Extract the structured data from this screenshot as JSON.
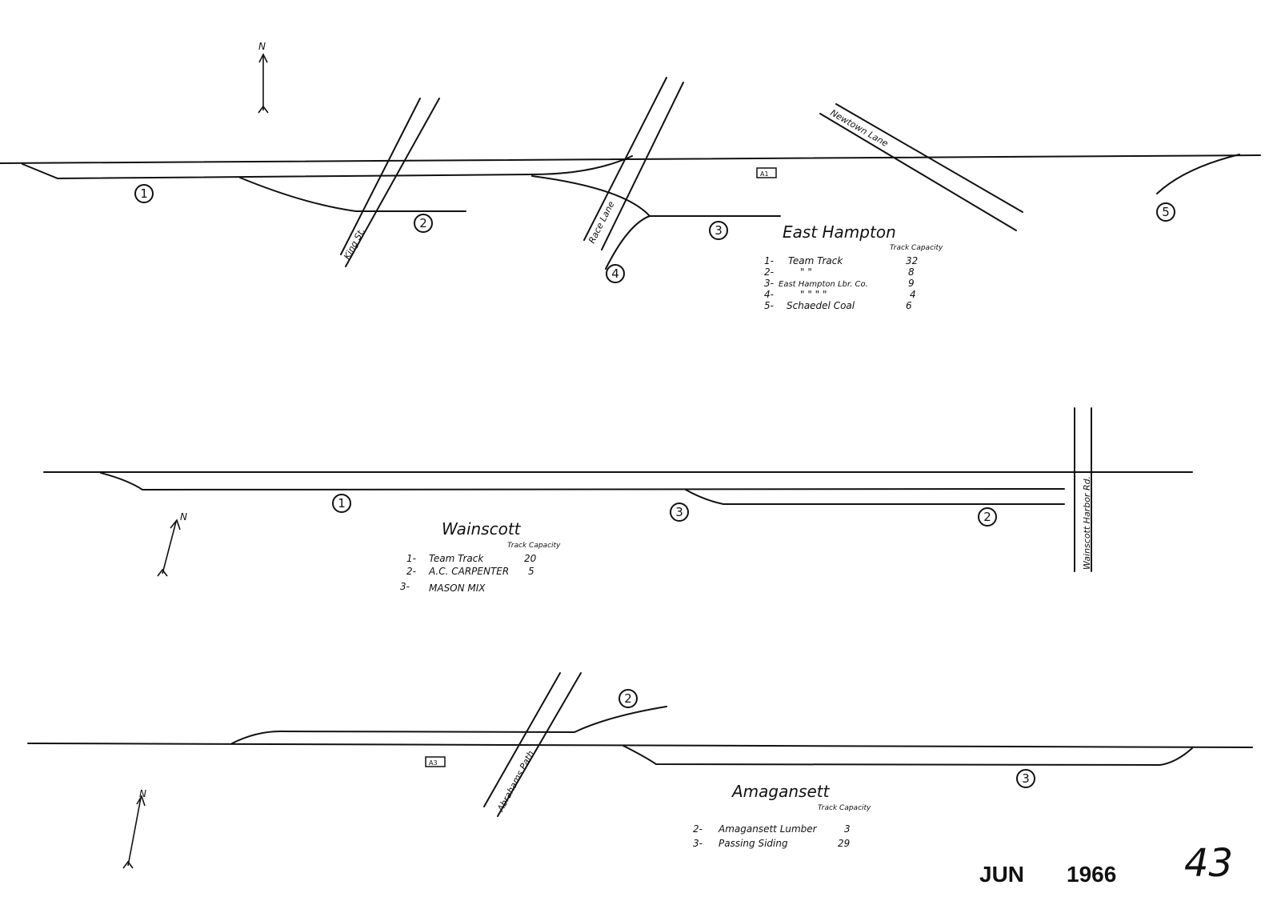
{
  "north_label": "N",
  "east_hampton": {
    "title": "East Hampton",
    "capacity_header": "Track Capacity",
    "roads": [
      "King St.",
      "Race Lane",
      "Newtown Lane"
    ],
    "box_label": "A1",
    "track_numbers": [
      "1",
      "2",
      "3",
      "4",
      "5"
    ],
    "legend": [
      {
        "num": "1-",
        "name": "Team Track",
        "cap": "32"
      },
      {
        "num": "2-",
        "name": "\"   \"",
        "cap": "8"
      },
      {
        "num": "3-",
        "name": "East Hampton Lbr. Co.",
        "cap": "9"
      },
      {
        "num": "4-",
        "name": "\"   \"   \"   \"",
        "cap": "4"
      },
      {
        "num": "5-",
        "name": "Schaedel Coal",
        "cap": "6"
      }
    ]
  },
  "wainscott": {
    "title": "Wainscott",
    "capacity_header": "Track Capacity",
    "road": "Wainscott Harbor Rd.",
    "track_numbers": [
      "1",
      "3",
      "2"
    ],
    "legend": [
      {
        "num": "1-",
        "name": "Team Track",
        "cap": "20"
      },
      {
        "num": "2-",
        "name": "A.C. CARPENTER",
        "cap": "5"
      },
      {
        "num": "3-",
        "name": "MASON MIX",
        "cap": ""
      }
    ]
  },
  "amagansett": {
    "title": "Amagansett",
    "capacity_header": "Track Capacity",
    "road": "Abrahams Path",
    "box_label": "A3",
    "track_numbers": [
      "2",
      "3"
    ],
    "legend": [
      {
        "num": "2-",
        "name": "Amagansett Lumber",
        "cap": "3"
      },
      {
        "num": "3-",
        "name": "Passing Siding",
        "cap": "29"
      }
    ]
  },
  "footer": {
    "month": "JUN",
    "year": "1966",
    "page_number": "43"
  }
}
